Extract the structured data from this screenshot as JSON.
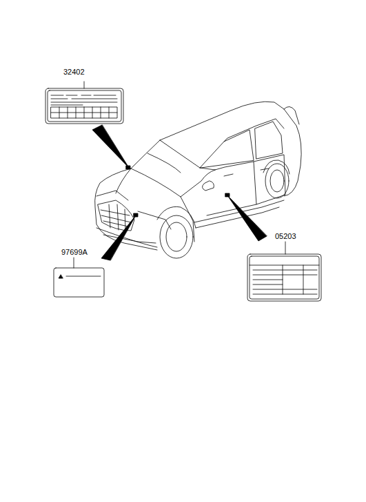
{
  "diagram": {
    "labels": [
      "32402",
      "97699A",
      "05203"
    ]
  }
}
